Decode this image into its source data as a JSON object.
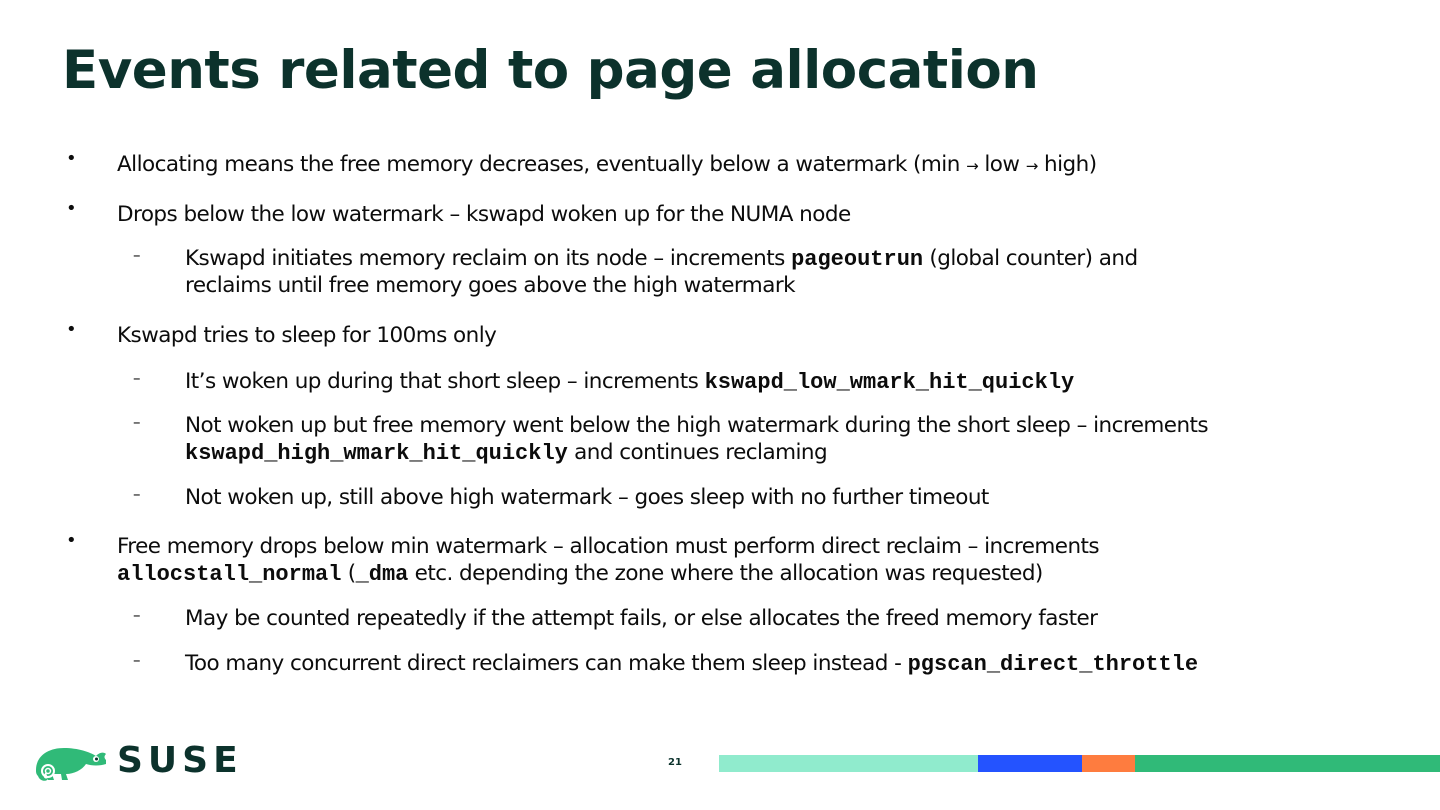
{
  "slide": {
    "title": "Events related to page allocation",
    "page_number": "21"
  },
  "bullets": {
    "b1": {
      "a": "Allocating means the free memory decreases, eventually below a watermark (min ",
      "arrow1": "→",
      "b": " low ",
      "arrow2": "→",
      "c": " high)"
    },
    "b2": "Drops below the low watermark – kswapd woken up for the NUMA node",
    "b2_1": {
      "a": "Kswapd initiates memory reclaim on its node – increments ",
      "code": "pageoutrun",
      "b": " (global counter) and",
      "c": "reclaims until free memory goes above the high watermark"
    },
    "b3": "Kswapd tries to sleep for 100ms only",
    "b3_1": {
      "a": "It’s woken up during that short sleep – increments ",
      "code": "kswapd_low_wmark_hit_quickly"
    },
    "b3_2": {
      "a": "Not woken up but free memory went below the high watermark during the short sleep – increments",
      "code": "kswapd_high_wmark_hit_quickly",
      "b": " and continues reclaming"
    },
    "b3_3": "Not woken up, still above high watermark – goes sleep with no further timeout",
    "b4": {
      "a": "Free memory drops below min watermark – allocation must perform direct reclaim – increments",
      "code1": "allocstall_normal",
      "b": " (",
      "code2": "_dma",
      "c": " etc. depending the zone where the allocation was requested)"
    },
    "b4_1": "May be counted repeatedly if the attempt fails, or else allocates the freed memory faster",
    "b4_2": {
      "a": "Too many concurrent direct reclaimers can make them sleep instead - ",
      "code": "pgscan_direct_throttle"
    }
  },
  "markers": {
    "bullet": "•",
    "dash": "–"
  },
  "footer": {
    "brand": "SUSE",
    "logo_icon": "chameleon-logo-icon"
  },
  "colors": {
    "title": "#0c322c",
    "brand_green": "#30ba78",
    "bar_mint": "#90ebcd",
    "bar_blue": "#2453ff",
    "bar_orange": "#fe7c3f",
    "bar_green": "#30ba78"
  }
}
